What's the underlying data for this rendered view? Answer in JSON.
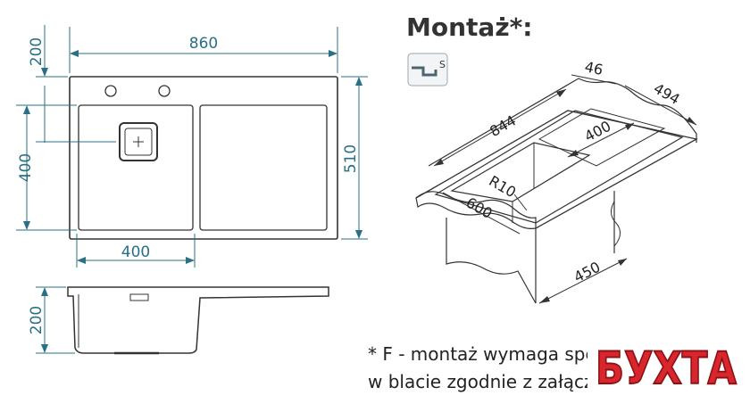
{
  "dims": {
    "top_width": "860",
    "top_offset": "200",
    "left_height": "400",
    "right_height": "510",
    "bowl_width": "400",
    "side_depth": "200",
    "iso_length": "844",
    "iso_lip": "46",
    "iso_depth": "494",
    "iso_bowl": "400",
    "iso_radius": "R10",
    "iso_front": "600",
    "iso_cabinet": "450"
  },
  "mount": {
    "title": "Montaż*:",
    "icon_letter": "S"
  },
  "note": {
    "line1": "* F - montaż wymaga spe",
    "line2": "w blacie zgodnie z załącz"
  },
  "logo": {
    "text": "БУХТА"
  },
  "colors": {
    "dim": "#2a6f86",
    "outline": "#333333",
    "logo": "#d8262c"
  }
}
